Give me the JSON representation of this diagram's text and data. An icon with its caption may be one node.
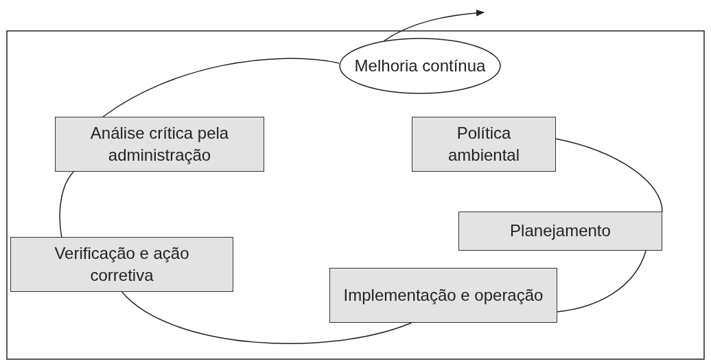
{
  "diagram": {
    "nodes": [
      {
        "text": [
          "Melhoria contínua"
        ]
      },
      {
        "text": [
          "Análise crítica pela administração"
        ]
      },
      {
        "text": [
          "Política ambiental"
        ]
      },
      {
        "text": [
          "Planejamento"
        ]
      },
      {
        "text": [
          "Verificação e ação corretiva"
        ]
      },
      {
        "text": [
          "Implementação e operação"
        ]
      }
    ],
    "edges": [
      {
        "from": 2,
        "to": 3,
        "arrow": "none"
      },
      {
        "from": 3,
        "to": 5,
        "arrow": "none"
      },
      {
        "from": 5,
        "to": 4,
        "arrow": "none"
      },
      {
        "from": 4,
        "to": 1,
        "arrow": "none"
      },
      {
        "from": 1,
        "to": 0,
        "arrow": "none"
      },
      {
        "from": 0,
        "to": null,
        "arrow": "to"
      }
    ]
  }
}
